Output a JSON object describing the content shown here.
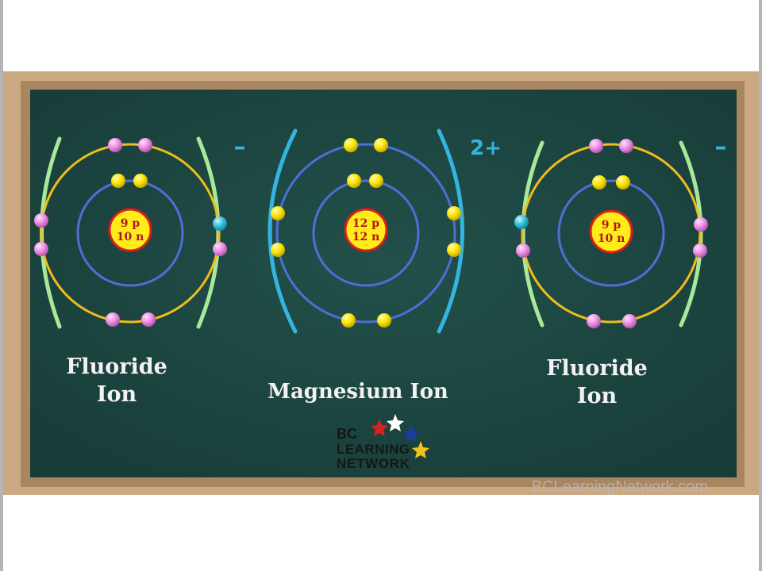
{
  "ions": [
    {
      "nucleus_protons": "9 p",
      "nucleus_neutrons": "10 n",
      "charge": "–",
      "name_line1": "Fluoride",
      "name_line2": "Ion"
    },
    {
      "nucleus_protons": "12 p",
      "nucleus_neutrons": "12 n",
      "charge": "2+",
      "name_line1": "Magnesium Ion",
      "name_line2": ""
    },
    {
      "nucleus_protons": "9 p",
      "nucleus_neutrons": "10 n",
      "charge": "–",
      "name_line1": "Fluoride",
      "name_line2": "Ion"
    }
  ],
  "logo": {
    "line1": "BC",
    "line2": "LEARNING",
    "line3": "NETWORK"
  },
  "watermark": "BCLearningNetwork.com",
  "colors": {
    "frame_wood": "#c9a882",
    "frame_wood_dark": "#a9865f",
    "chalkboard": "#1d4540",
    "inner_orbit": "#4f6ed6",
    "outer_orbit": "#f0bd1c",
    "bracket_fluoride": "#a8e89a",
    "bracket_magnesium": "#35b4e0",
    "electron_fluoride": "#ee8ee6",
    "electron_gained": "#36c0de",
    "electron_magnesium": "#ffe500",
    "nucleus_fill": "#ffec1a",
    "nucleus_ring": "#dd1c1c",
    "label_text": "#f2f2f2",
    "charge_text": "#35b4e0"
  }
}
